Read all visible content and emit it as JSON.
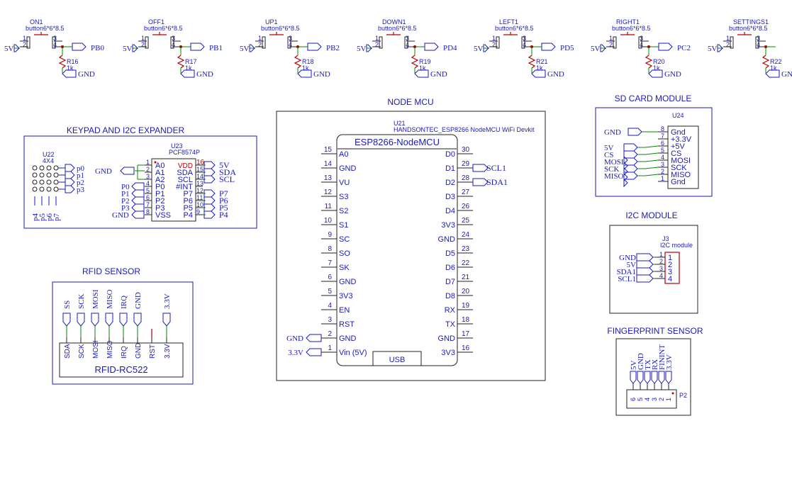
{
  "buttons": [
    {
      "ref": "ON1",
      "value": "button6*6*8.5",
      "res": "R16",
      "res_val": "1k",
      "in": "5V",
      "net": "PB0",
      "gnd": "GND",
      "p1": "1",
      "p2": "2",
      "p3": "3",
      "p4": "4"
    },
    {
      "ref": "OFF1",
      "value": "button6*6*8.5",
      "res": "R17",
      "res_val": "1k",
      "in": "5V",
      "net": "PB1",
      "gnd": "GND",
      "p1": "1",
      "p2": "2",
      "p3": "3",
      "p4": "4"
    },
    {
      "ref": "UP1",
      "value": "button6*6*8.5",
      "res": "R18",
      "res_val": "1k",
      "in": "5V",
      "net": "PB2",
      "gnd": "GND",
      "p1": "1",
      "p2": "2",
      "p3": "3",
      "p4": "4"
    },
    {
      "ref": "DOWN1",
      "value": "button6*6*8.5",
      "res": "R19",
      "res_val": "1k",
      "in": "5V",
      "net": "PD4",
      "gnd": "GND",
      "p1": "1",
      "p2": "2",
      "p3": "3",
      "p4": "4"
    },
    {
      "ref": "LEFT1",
      "value": "button6*6*8.5",
      "res": "R21",
      "res_val": "1k",
      "in": "5V",
      "net": "PD5",
      "gnd": "GND",
      "p1": "1",
      "p2": "2",
      "p3": "3",
      "p4": "4"
    },
    {
      "ref": "RIGHT1",
      "value": "button6*6*8.5",
      "res": "R20",
      "res_val": "1k",
      "in": "5V",
      "net": "PC2",
      "gnd": "GND",
      "p1": "1",
      "p2": "2",
      "p3": "3",
      "p4": "4"
    },
    {
      "ref": "SETTINGS1",
      "value": "button6*6*8.5",
      "res": "R22",
      "res_val": "1k",
      "in": "5V",
      "net": "",
      "gnd": "GND",
      "p1": "1",
      "p2": "2",
      "p3": "3",
      "p4": "4"
    }
  ],
  "keypad": {
    "title": "KEYPAD AND I2C EXPANDER",
    "keypad_ref": "U22",
    "keypad_val": "4X4",
    "keypad_rows": [
      "p0",
      "p1",
      "p2",
      "p3"
    ],
    "keypad_cols": [
      "p4",
      "p5",
      "p6",
      "p7"
    ],
    "exp_ref": "U23",
    "exp_val": "PCF8574P",
    "gnd": "GND",
    "left_pins": [
      {
        "n": "1",
        "label": "A0",
        "net": ""
      },
      {
        "n": "2",
        "label": "A1",
        "net": ""
      },
      {
        "n": "3",
        "label": "A2",
        "net": ""
      },
      {
        "n": "4",
        "label": "P0",
        "net": "P0"
      },
      {
        "n": "5",
        "label": "P1",
        "net": "P1"
      },
      {
        "n": "6",
        "label": "P2",
        "net": "P2"
      },
      {
        "n": "7",
        "label": "P3",
        "net": "P3"
      },
      {
        "n": "8",
        "label": "VSS",
        "net": "GND"
      }
    ],
    "right_pins": [
      {
        "n": "16",
        "label": "VDD",
        "net": "5V"
      },
      {
        "n": "15",
        "label": "SDA",
        "net": "SDA"
      },
      {
        "n": "14",
        "label": "SCL",
        "net": "SCL"
      },
      {
        "n": "13",
        "label": "#INT",
        "net": ""
      },
      {
        "n": "12",
        "label": "P7",
        "net": "P7"
      },
      {
        "n": "11",
        "label": "P6",
        "net": "P6"
      },
      {
        "n": "10",
        "label": "P5",
        "net": "P5"
      },
      {
        "n": "9",
        "label": "P4",
        "net": "P4"
      }
    ]
  },
  "rfid": {
    "title": "RFID SENSOR",
    "module": "RFID-RC522",
    "nets": [
      "SS",
      "SCK",
      "MOSI",
      "MISO",
      "IRQ",
      "GND",
      "3.3V"
    ],
    "pins": [
      "SDA",
      "SCK",
      "MOSI",
      "MISO",
      "IRQ",
      "GND",
      "RST",
      "3.3V"
    ]
  },
  "nodemcu": {
    "title": "NODE MCU",
    "ref": "U21",
    "value": "HANDSONTEC_ESP8266 NodeMCU WiFi Devkit",
    "chip": "ESP8266-NodeMCU",
    "usb": "USB",
    "left_pins": [
      {
        "n": "15",
        "label": "A0",
        "net": ""
      },
      {
        "n": "14",
        "label": "GND",
        "net": ""
      },
      {
        "n": "13",
        "label": "VU",
        "net": ""
      },
      {
        "n": "12",
        "label": "S3",
        "net": ""
      },
      {
        "n": "11",
        "label": "S2",
        "net": ""
      },
      {
        "n": "10",
        "label": "S1",
        "net": ""
      },
      {
        "n": "9",
        "label": "SC",
        "net": ""
      },
      {
        "n": "8",
        "label": "SO",
        "net": ""
      },
      {
        "n": "7",
        "label": "SK",
        "net": ""
      },
      {
        "n": "6",
        "label": "GND",
        "net": ""
      },
      {
        "n": "5",
        "label": "3V3",
        "net": ""
      },
      {
        "n": "4",
        "label": "EN",
        "net": ""
      },
      {
        "n": "3",
        "label": "RST",
        "net": ""
      },
      {
        "n": "2",
        "label": "GND",
        "net": "GND"
      },
      {
        "n": "1",
        "label": "Vin (5V)",
        "net": "3.3V"
      }
    ],
    "right_pins": [
      {
        "n": "30",
        "label": "D0",
        "net": ""
      },
      {
        "n": "29",
        "label": "D1",
        "net": "SCL1"
      },
      {
        "n": "28",
        "label": "D2",
        "net": "SDA1"
      },
      {
        "n": "27",
        "label": "D3",
        "net": ""
      },
      {
        "n": "26",
        "label": "D4",
        "net": ""
      },
      {
        "n": "25",
        "label": "3V3",
        "net": ""
      },
      {
        "n": "24",
        "label": "GND",
        "net": ""
      },
      {
        "n": "23",
        "label": "D5",
        "net": ""
      },
      {
        "n": "22",
        "label": "D6",
        "net": ""
      },
      {
        "n": "21",
        "label": "D7",
        "net": ""
      },
      {
        "n": "20",
        "label": "D8",
        "net": ""
      },
      {
        "n": "19",
        "label": "RX",
        "net": ""
      },
      {
        "n": "18",
        "label": "TX",
        "net": ""
      },
      {
        "n": "17",
        "label": "GND",
        "net": ""
      },
      {
        "n": "16",
        "label": "3V3",
        "net": ""
      }
    ]
  },
  "sdcard": {
    "title": "SD CARD MODULE",
    "ref": "U24",
    "pins": [
      {
        "n": "8",
        "label": "Gnd",
        "net": "GND"
      },
      {
        "n": "7",
        "label": "+3.3V",
        "net": ""
      },
      {
        "n": "6",
        "label": "+5V",
        "net": "5V"
      },
      {
        "n": "5",
        "label": "CS",
        "net": "CS"
      },
      {
        "n": "4",
        "label": "MOSI",
        "net": "MOSI"
      },
      {
        "n": "3",
        "label": "SCK",
        "net": "SCK"
      },
      {
        "n": "2",
        "label": "MISO",
        "net": "MISO"
      },
      {
        "n": "1",
        "label": "Gnd",
        "net": ""
      }
    ]
  },
  "i2c": {
    "title": "I2C MODULE",
    "ref": "J3",
    "value": "I2C module",
    "pins": [
      {
        "n": "1",
        "label": "1",
        "net": "GND"
      },
      {
        "n": "2",
        "label": "2",
        "net": "5V"
      },
      {
        "n": "3",
        "label": "3",
        "net": "SDA1"
      },
      {
        "n": "4",
        "label": "4",
        "net": "SCL1"
      }
    ]
  },
  "fingerprint": {
    "title": "FINGERPRINT SENSOR",
    "ref": "P2",
    "nets": [
      "5V",
      "GND",
      "TX",
      "RX",
      "FININT",
      "3.3V"
    ],
    "pins": [
      "6",
      "5",
      "4",
      "3",
      "2",
      "1"
    ]
  }
}
